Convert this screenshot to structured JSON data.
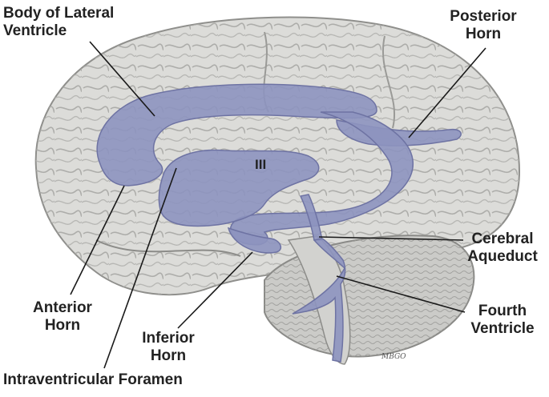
{
  "labels": {
    "body_lateral": {
      "line1": "Body of Lateral",
      "line2": "Ventricle"
    },
    "posterior_horn": {
      "line1": "Posterior",
      "line2": "Horn"
    },
    "cerebral_aqueduct": {
      "line1": "Cerebral",
      "line2": "Aqueduct"
    },
    "fourth_ventricle": {
      "line1": "Fourth",
      "line2": "Ventricle"
    },
    "inferior_horn": {
      "line1": "Inferior",
      "line2": "Horn"
    },
    "anterior_horn": {
      "line1": "Anterior",
      "line2": "Horn"
    },
    "intraventricular_foramen": "Intraventricular Foramen",
    "third_ventricle": "III"
  },
  "signature": "MBGO",
  "colors": {
    "ventricle_fill": "#8d93bf",
    "ventricle_edge": "#6e73a3",
    "brain_fill": "#d9d9d6",
    "brain_edge": "#9b9b98",
    "cerebellum_fill": "#c9c9c6",
    "leader_line": "#1a1a1a",
    "label_text": "#222222"
  }
}
